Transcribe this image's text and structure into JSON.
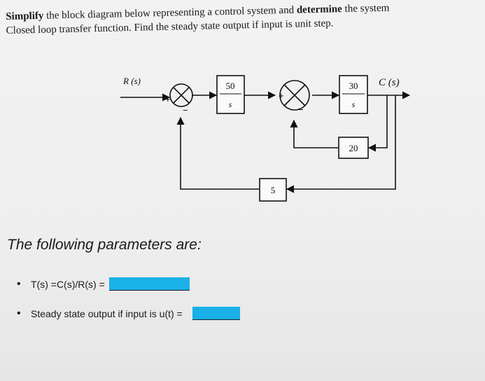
{
  "question": {
    "line1_part1": "Simplify",
    "line1_part2": " the block diagram below representing a control system and ",
    "line1_part3": "determine",
    "line1_part4": " the system",
    "line2": "Closed loop transfer function. Find the steady state output if input is unit step."
  },
  "diagram": {
    "input_label": "R (s)",
    "output_label": "C (s)",
    "block1_num": "50",
    "block1_den": "s",
    "block2_num": "30",
    "block2_den": "s",
    "block3": "20",
    "block4": "5",
    "sum1_plus": "+",
    "sum1_minus": "−",
    "sum2_plus": "+",
    "sum2_minus": "−"
  },
  "parameters": {
    "title": "The following parameters are:",
    "items": [
      {
        "label": "T(s) =C(s)/R(s) =",
        "answer": ""
      },
      {
        "label": "Steady state output if input is u(t) =",
        "answer": ""
      }
    ],
    "answer_color": "#1ab0e8"
  }
}
